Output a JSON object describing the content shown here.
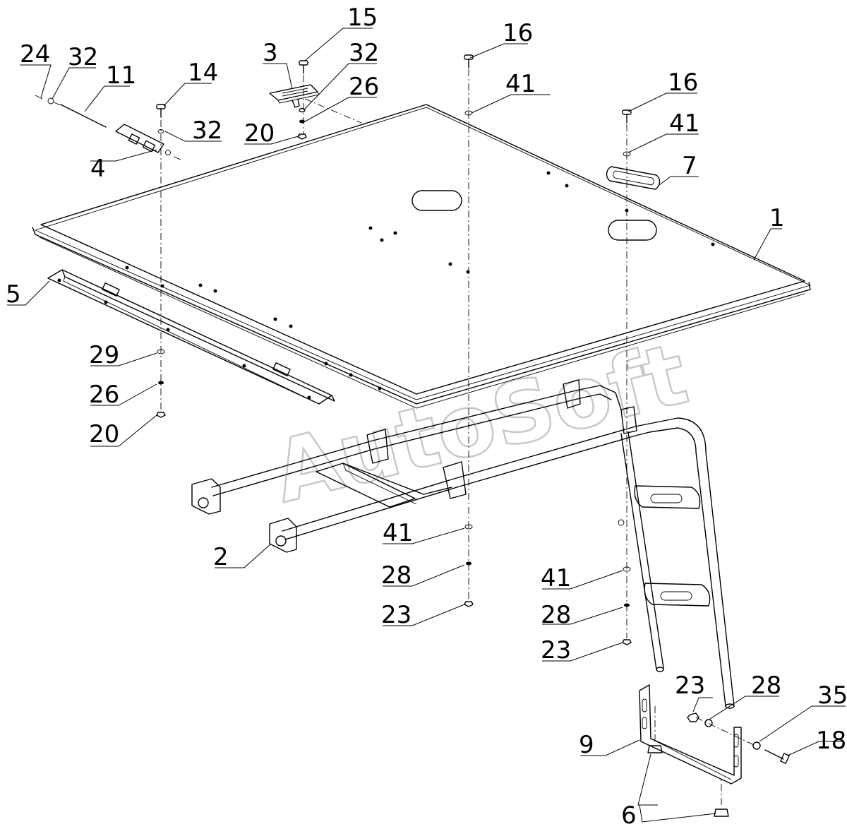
{
  "watermark": "AutoSoft",
  "callouts": [
    {
      "id": "c24",
      "label": "24"
    },
    {
      "id": "c32a",
      "label": "32"
    },
    {
      "id": "c11",
      "label": "11"
    },
    {
      "id": "c14",
      "label": "14"
    },
    {
      "id": "c4",
      "label": "4"
    },
    {
      "id": "c32b",
      "label": "32"
    },
    {
      "id": "c15",
      "label": "15"
    },
    {
      "id": "c3",
      "label": "3"
    },
    {
      "id": "c32c",
      "label": "32"
    },
    {
      "id": "c26a",
      "label": "26"
    },
    {
      "id": "c20a",
      "label": "20"
    },
    {
      "id": "c16a",
      "label": "16"
    },
    {
      "id": "c41a",
      "label": "41"
    },
    {
      "id": "c16b",
      "label": "16"
    },
    {
      "id": "c41b",
      "label": "41"
    },
    {
      "id": "c7",
      "label": "7"
    },
    {
      "id": "c1",
      "label": "1"
    },
    {
      "id": "c5",
      "label": "5"
    },
    {
      "id": "c29",
      "label": "29"
    },
    {
      "id": "c26b",
      "label": "26"
    },
    {
      "id": "c20b",
      "label": "20"
    },
    {
      "id": "c2",
      "label": "2"
    },
    {
      "id": "c41c",
      "label": "41"
    },
    {
      "id": "c28a",
      "label": "28"
    },
    {
      "id": "c23a",
      "label": "23"
    },
    {
      "id": "c41d",
      "label": "41"
    },
    {
      "id": "c28b",
      "label": "28"
    },
    {
      "id": "c23b",
      "label": "23"
    },
    {
      "id": "c23c",
      "label": "23"
    },
    {
      "id": "c28c",
      "label": "28"
    },
    {
      "id": "c35",
      "label": "35"
    },
    {
      "id": "c18",
      "label": "18"
    },
    {
      "id": "c9",
      "label": "9"
    },
    {
      "id": "c6",
      "label": "6"
    }
  ]
}
